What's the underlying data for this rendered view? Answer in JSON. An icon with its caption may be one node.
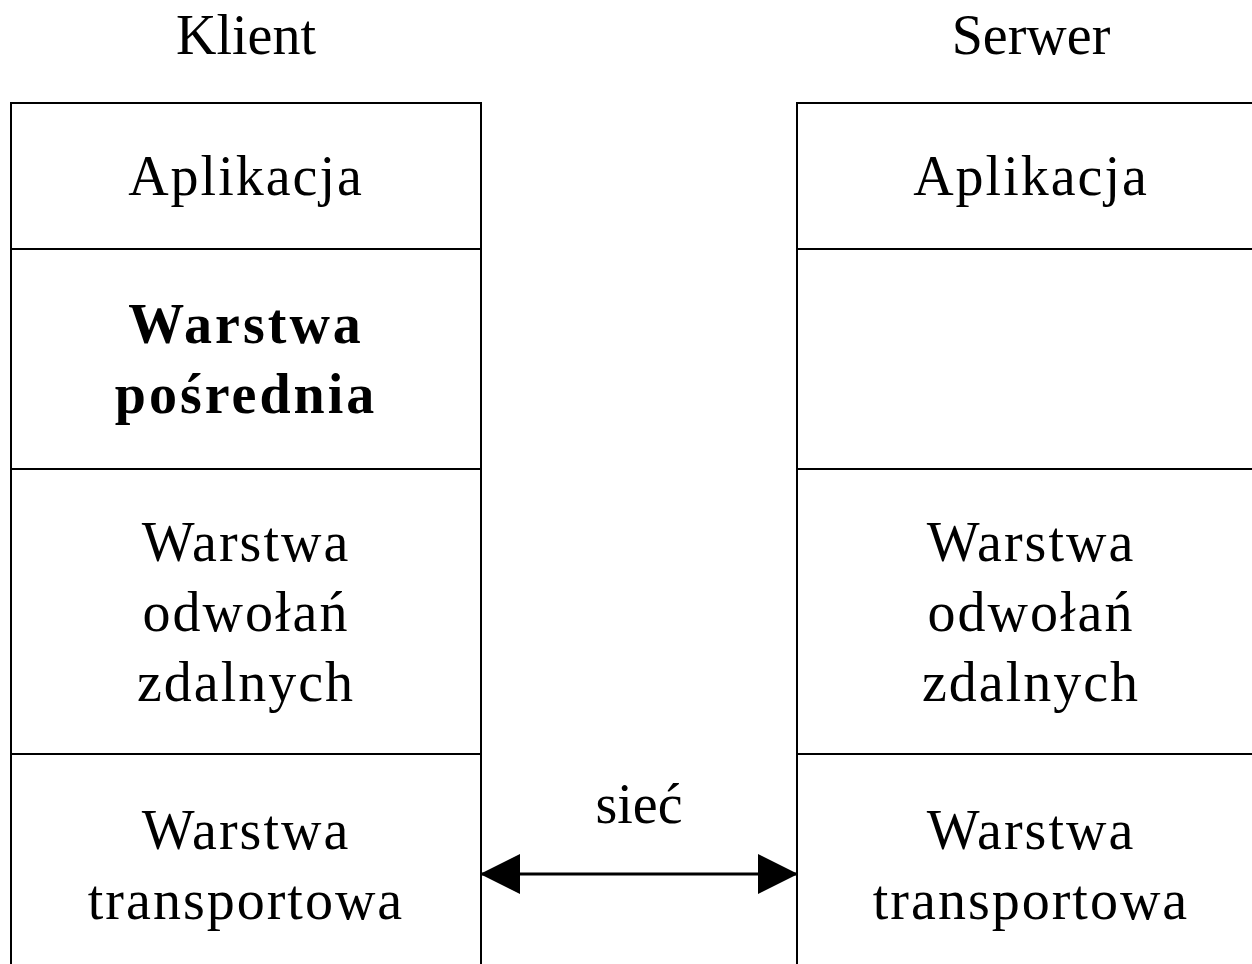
{
  "diagram": {
    "nodes": [
      {
        "text": [
          "Klient"
        ]
      },
      {
        "text": [
          "Aplikacja"
        ],
        "in": 0
      },
      {
        "text": [
          "Warstwa pośrednia"
        ],
        "in": 0
      },
      {
        "text": [
          "Warstwa odwołań zdalnych"
        ],
        "in": 0
      },
      {
        "text": [
          "Warstwa transportowa"
        ],
        "in": 0
      },
      {
        "text": [
          "Serwer"
        ]
      },
      {
        "text": [
          "Aplikacja"
        ],
        "in": 5
      },
      {
        "text": [],
        "shape": "box",
        "in": 5
      },
      {
        "text": [
          "Warstwa odwołań zdalnych"
        ],
        "in": 5
      },
      {
        "text": [
          "Warstwa transportowa"
        ],
        "in": 5
      }
    ],
    "edges": [
      {
        "from": 4,
        "to": 9,
        "arrow": "both",
        "label": "sieć"
      }
    ]
  }
}
